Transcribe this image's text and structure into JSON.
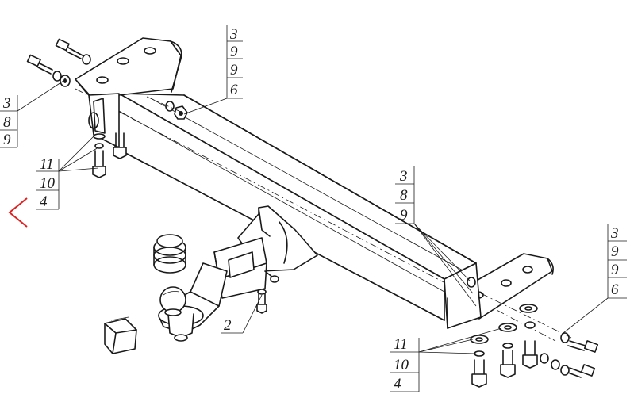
{
  "callouts": {
    "top_left": [
      "3",
      "8",
      "9"
    ],
    "top_center": [
      "3",
      "9",
      "9",
      "6"
    ],
    "left_middle": [
      "11",
      "10",
      "4"
    ],
    "center": [
      "3",
      "8",
      "9"
    ],
    "right_top": [
      "3",
      "9",
      "9",
      "6"
    ],
    "bottom_right": [
      "11",
      "10",
      "4"
    ],
    "ball_mount": [
      "2"
    ]
  },
  "colors": {
    "line": "#1a1a1a",
    "nav_arrow": "#e02020",
    "background": "#ffffff"
  },
  "icons": {
    "nav": "chevron-left-icon"
  }
}
